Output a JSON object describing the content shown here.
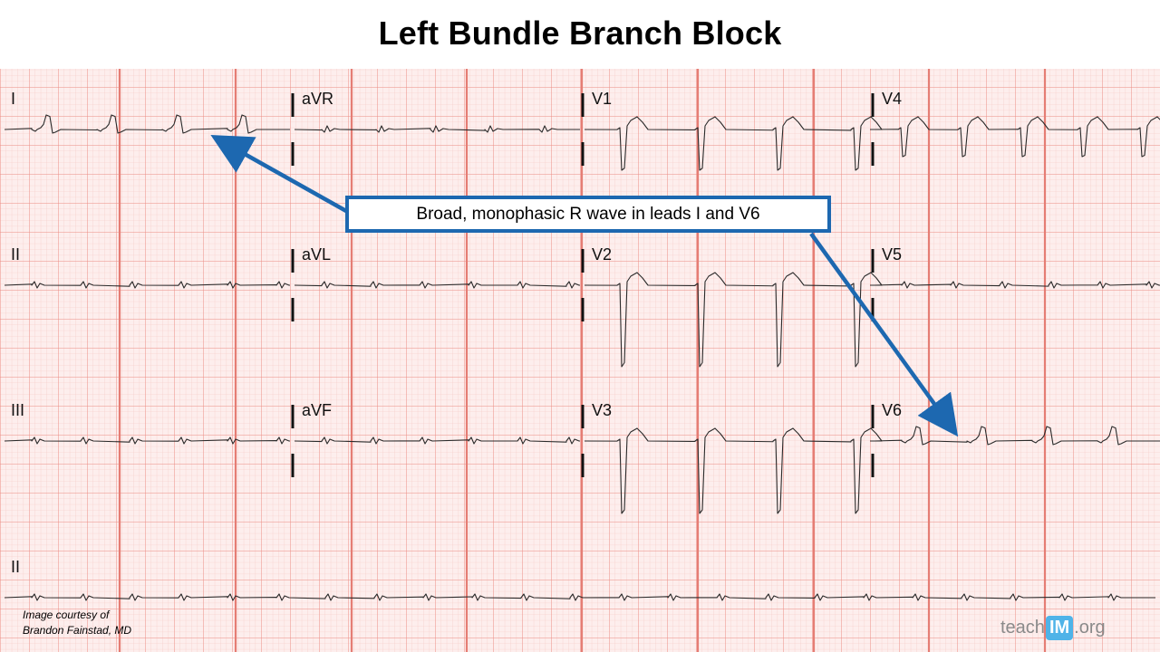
{
  "title": "Left Bundle Branch Block",
  "callout": "Broad, monophasic R wave in leads I and V6",
  "credit": {
    "line1": "Image courtesy of",
    "line2": "Brandon Fainstad, MD"
  },
  "logo": {
    "prefix": "teach",
    "badge": "IM",
    "suffix": ".org"
  },
  "colors": {
    "grid_minor": "#f6c6c1",
    "grid_major": "#ec8c84",
    "paper": "#fdeeed",
    "trace": "#2a2a2a",
    "arrow": "#1d68b0"
  },
  "leads": [
    {
      "name": "I",
      "row": 0,
      "col": 0
    },
    {
      "name": "aVR",
      "row": 0,
      "col": 1
    },
    {
      "name": "V1",
      "row": 0,
      "col": 2
    },
    {
      "name": "V4",
      "row": 0,
      "col": 3
    },
    {
      "name": "II",
      "row": 1,
      "col": 0
    },
    {
      "name": "aVL",
      "row": 1,
      "col": 1
    },
    {
      "name": "V2",
      "row": 1,
      "col": 2
    },
    {
      "name": "V5",
      "row": 1,
      "col": 3
    },
    {
      "name": "III",
      "row": 2,
      "col": 0
    },
    {
      "name": "aVF",
      "row": 2,
      "col": 1
    },
    {
      "name": "V3",
      "row": 2,
      "col": 2
    },
    {
      "name": "V6",
      "row": 2,
      "col": 3
    },
    {
      "name": "II",
      "row": 3,
      "col": 0
    }
  ]
}
